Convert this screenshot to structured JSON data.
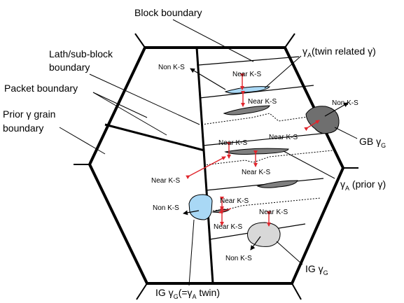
{
  "labels": {
    "block_boundary": "Block boundary",
    "lath_boundary_1": "Lath/sub-block",
    "lath_boundary_2": "boundary",
    "packet_boundary": "Packet boundary",
    "prior_grain_1": "Prior γ grain",
    "prior_grain_2": "boundary",
    "twin_related": {
      "main": "γ",
      "sub": "A",
      "rest": "(twin related γ)"
    },
    "gb_gamma": {
      "pre": "GB γ",
      "sub": "G"
    },
    "prior_gamma": {
      "main": "γ",
      "sub": "A",
      "rest": " (prior γ)"
    },
    "ig_gamma": {
      "pre": "IG γ",
      "sub": "G"
    },
    "ig_twin": {
      "pre": "IG γ",
      "sub": "G",
      "mid": "(=γ",
      "sub2": "A",
      "rest": " twin)"
    }
  },
  "orientations": {
    "non_ks_top": "Non K-S",
    "near_ks_1": "Near K-S",
    "near_ks_2": "Near K-S",
    "non_ks_right": "Non K-S",
    "near_ks_3": "Near K-S",
    "near_ks_4": "Near K-S",
    "near_ks_left": "Near K-S",
    "near_ks_5": "Near K-S",
    "non_ks_left": "Non K-S",
    "near_ks_6": "Near K-S",
    "near_ks_7": "Near K-S",
    "near_ks_8": "Near K-S",
    "non_ks_bottom": "Non K-S"
  },
  "colors": {
    "grain_line": "#000000",
    "twin_fill": "#a9d8f5",
    "gb_fill": "#6f6f6f",
    "lath_fill": "#7f7f7f",
    "ig_fill": "#d8d8d8",
    "arrow_red": "#e0262d"
  }
}
